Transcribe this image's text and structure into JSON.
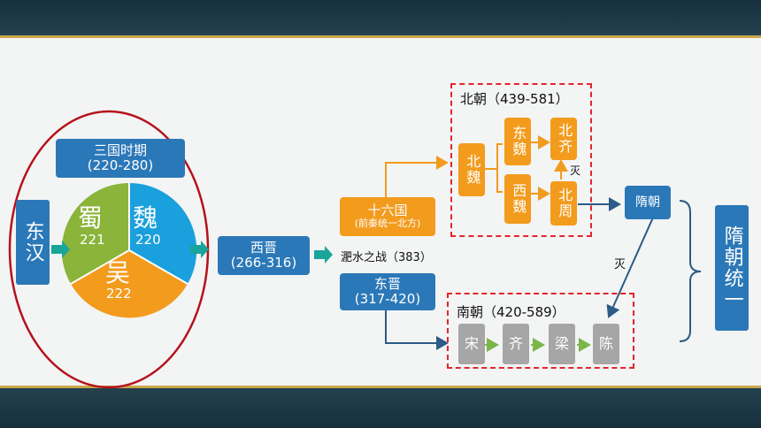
{
  "three_kingdoms": {
    "title": "三国时期",
    "years": "(220-280)"
  },
  "east_han": "东汉",
  "shu": {
    "name": "蜀",
    "year": "221"
  },
  "wei": {
    "name": "魏",
    "year": "220"
  },
  "wu": {
    "name": "吴",
    "year": "222"
  },
  "west_jin": {
    "name": "西晋",
    "years": "(266-316)"
  },
  "sixteen": {
    "name": "十六国",
    "note": "(前秦统一北方)"
  },
  "battle": "淝水之战（383）",
  "east_jin": {
    "name": "东晋",
    "years": "(317-420)"
  },
  "north_dyn": {
    "title": "北朝（439-581）",
    "north_wei": "北魏",
    "east_wei": "东魏",
    "west_wei": "西魏",
    "north_qi": "北齐",
    "north_zhou": "北周",
    "mie": "灭"
  },
  "south_dyn": {
    "title": "南朝（420-589）",
    "song": "宋",
    "qi": "齐",
    "liang": "梁",
    "chen": "陈"
  },
  "sui": "隋朝",
  "mie2": "灭",
  "sui_unify": "隋朝统一",
  "colors": {
    "blue": "#2b78b8",
    "orange": "#f29b1d",
    "gray": "#a6a6a6",
    "red": "#e2262b",
    "teal": "#1aa59a"
  }
}
